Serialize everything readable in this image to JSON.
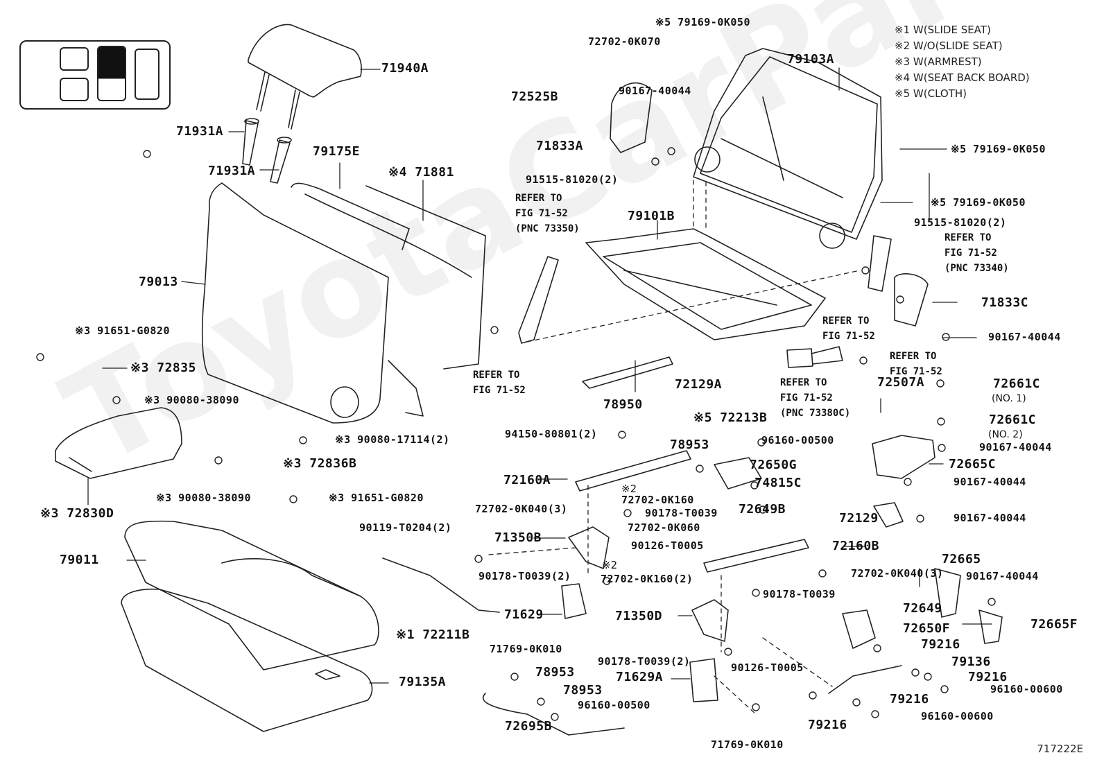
{
  "figure_number": "717222E",
  "watermark": "ToyotaCarParts.ru",
  "locator": {
    "highlighted": "rear-center-seat"
  },
  "legend": [
    {
      "mark": "※1",
      "text": "W(SLIDE SEAT)"
    },
    {
      "mark": "※2",
      "text": "W/O(SLIDE SEAT)"
    },
    {
      "mark": "※3",
      "text": "W(ARMREST)"
    },
    {
      "mark": "※4",
      "text": "W(SEAT BACK BOARD)"
    },
    {
      "mark": "※5",
      "text": "W(CLOTH)"
    }
  ],
  "parts": {
    "p71940A": "71940A",
    "p71931A_1": "71931A",
    "p71931A_2": "71931A",
    "p79175E": "79175E",
    "p71881": "※4 71881",
    "p79013": "79013",
    "p91651_1": "※3 91651-G0820",
    "p72835": "※3 72835",
    "p90080_38090_1": "※3 90080-38090",
    "p90080_17114": "※3 90080-17114(2)",
    "p72836B": "※3 72836B",
    "p90080_38090_2": "※3 90080-38090",
    "p91651_2": "※3 91651-G0820",
    "p72830D": "※3 72830D",
    "p79011": "79011",
    "p79135A": "79135A",
    "p72211B": "※1 72211B",
    "p72702_0K070": "72702-0K070",
    "p72525B": "72525B",
    "p90167_top": "90167-40044",
    "p71833A": "71833A",
    "p91515_left": "91515-81020(2)",
    "p79169_top": "※5 79169-0K050",
    "p79103A": "79103A",
    "p79169_mid": "※5 79169-0K050",
    "p79169_low": "※5 79169-0K050",
    "p91515_right": "91515-81020(2)",
    "p79101B": "79101B",
    "p71833C": "71833C",
    "p90167_c": "90167-40044",
    "p78950": "78950",
    "p72129A": "72129A",
    "p72213B": "※5 72213B",
    "p96160_00500_a": "96160-00500",
    "p78953_a": "78953",
    "p72650G": "72650G",
    "p74815C": "74815C",
    "p72649B": "72649B",
    "p94150": "94150-80801(2)",
    "p72160A": "72160A",
    "p72702_0K040_a": "72702-0K040(3)",
    "p72702_0K160_a": "72702-0K160",
    "p90178_a": "90178-T0039",
    "p72702_0K060": "72702-0K060",
    "p90126_a": "90126-T0005",
    "p90119": "90119-T0204(2)",
    "p71350B": "71350B",
    "p90178_2a": "90178-T0039(2)",
    "p72702_0K160_2": "72702-0K160(2)",
    "p72160B": "72160B",
    "p72702_0K040_b": "72702-0K040(3)",
    "p90178_b": "90178-T0039",
    "p71629": "71629",
    "p71769_a": "71769-0K010",
    "p71350D": "71350D",
    "p90178_2b": "90178-T0039(2)",
    "p90126_b": "90126-T0005",
    "p71629A": "71629A",
    "p71769_b": "71769-0K010",
    "p78953_b": "78953",
    "p78953_c": "78953",
    "p96160_00500_b": "96160-00500",
    "p72695B": "72695B",
    "p72507A": "72507A",
    "p72661C_1": "72661C",
    "p72661C_1_sub": "(NO. 1)",
    "p72661C_2": "72661C",
    "p72661C_2_sub": "(NO. 2)",
    "p90167_d": "90167-40044",
    "p72665C": "72665C",
    "p90167_e": "90167-40044",
    "p72129": "72129",
    "p90167_f": "90167-40044",
    "p72665": "72665",
    "p90167_g": "90167-40044",
    "p72649": "72649",
    "p72650F": "72650F",
    "p72665F": "72665F",
    "p79216_a": "79216",
    "p79136": "79136",
    "p79216_b": "79216",
    "p96160_00600_a": "96160-00600",
    "p79216_c": "79216",
    "p96160_00600_b": "96160-00600",
    "p79216_d": "79216"
  },
  "refers": {
    "r_73350": "REFER TO\nFIG 71-52\n(PNC 73350)",
    "r_73340": "REFER TO\nFIG 71-52\n(PNC 73340)",
    "r_left": "REFER TO\nFIG 71-52",
    "r_mid": "REFER TO\nFIG 71-52",
    "r_right": "REFER TO\nFIG 71-52",
    "r_73380C": "REFER TO\nFIG 71-52\n(PNC 73380C)"
  }
}
